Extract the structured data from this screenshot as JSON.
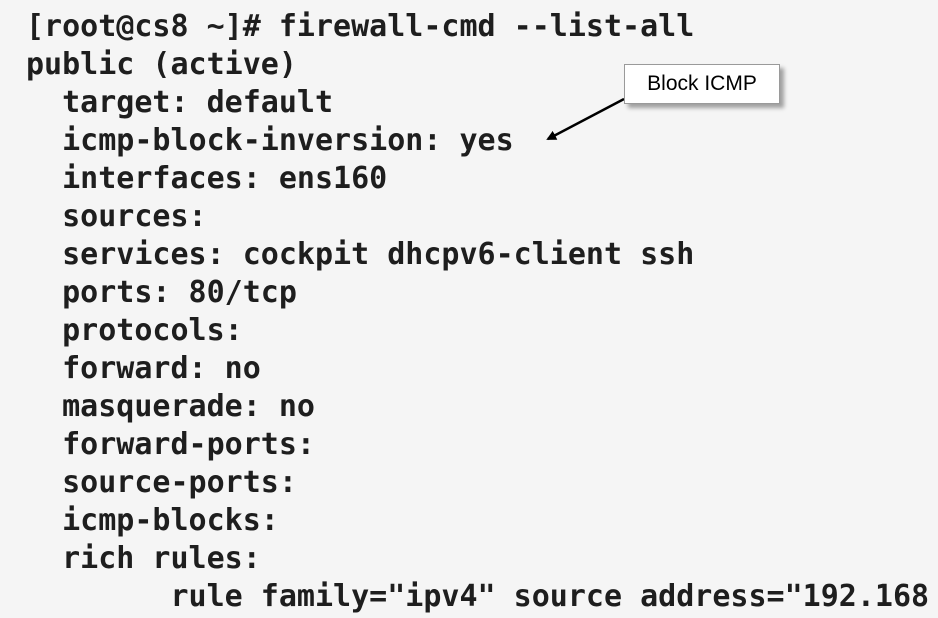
{
  "terminal": {
    "lines": [
      "[root@cs8 ~]# firewall-cmd --list-all",
      "public (active)",
      "  target: default",
      "  icmp-block-inversion: yes",
      "  interfaces: ens160",
      "  sources:",
      "  services: cockpit dhcpv6-client ssh",
      "  ports: 80/tcp",
      "  protocols:",
      "  forward: no",
      "  masquerade: no",
      "  forward-ports:",
      "  source-ports:",
      "  icmp-blocks:",
      "  rich rules:",
      "        rule family=\"ipv4\" source address=\"192.168"
    ]
  },
  "annotation": {
    "label": "Block ICMP"
  }
}
